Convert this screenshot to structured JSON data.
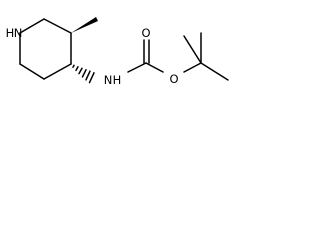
{
  "molecule": {
    "atoms": {
      "ring_nitrogen": "N",
      "ring_nitrogen_hydrogen": "H",
      "amide_nitrogen": "N",
      "amide_nitrogen_hydrogen": "H",
      "carbonyl_oxygen": "O",
      "ester_oxygen": "O"
    },
    "colors": {
      "bond": "#000000",
      "label": "#000000",
      "background": "#ffffff"
    }
  }
}
